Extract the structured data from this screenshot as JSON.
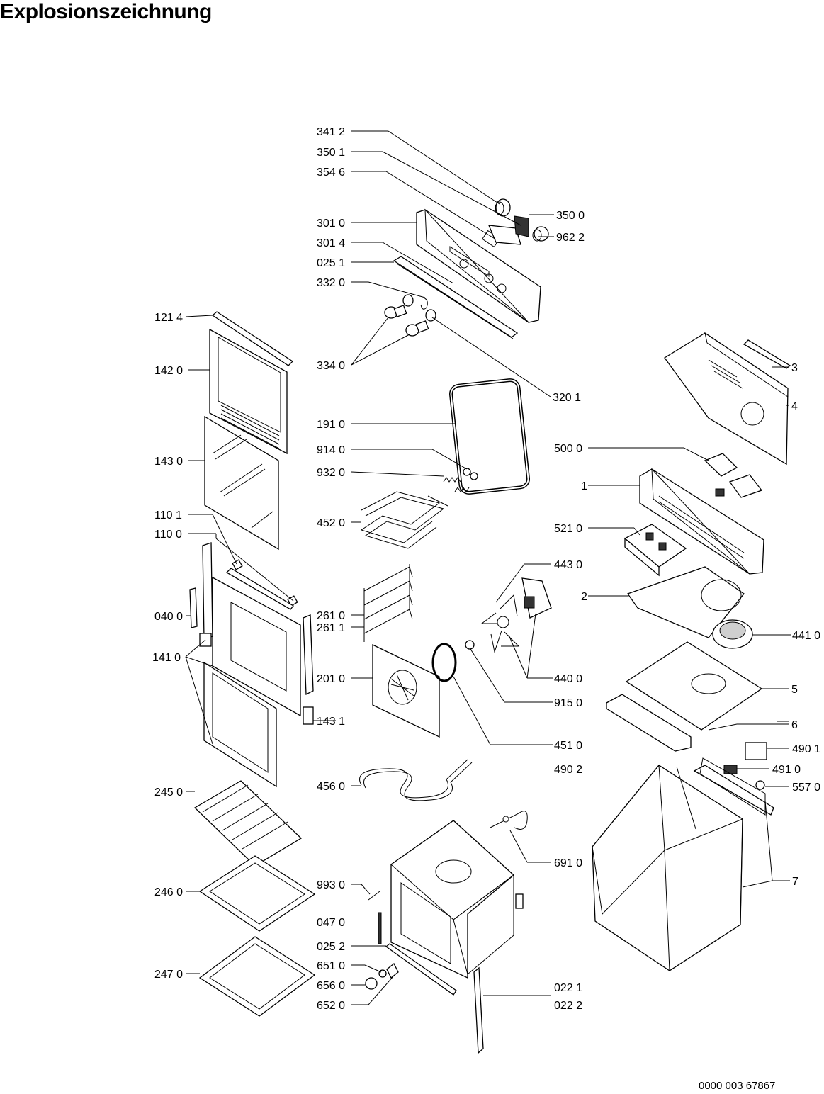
{
  "title": "Explosionszeichnung",
  "doc_number": "0000 003 67867",
  "labels": [
    "341 2",
    "350 1",
    "354 6",
    "301 0",
    "301 4",
    "025 1",
    "332 0",
    "334 0",
    "350 0",
    "962 2",
    "320 1",
    "121 4",
    "142 0",
    "143 0",
    "110 1",
    "110 0",
    "040 0",
    "141 0",
    "191 0",
    "914 0",
    "932 0",
    "452 0",
    "261 0",
    "261 1",
    "201 0",
    "143 1",
    "500 0",
    "1",
    "521 0",
    "443 0",
    "2",
    "441 0",
    "440 0",
    "915 0",
    "451 0",
    "5",
    "6",
    "3",
    "4",
    "490 1",
    "490 2",
    "491 0",
    "557 0",
    "456 0",
    "245 0",
    "246 0",
    "247 0",
    "993 0",
    "047 0",
    "025 2",
    "651 0",
    "656 0",
    "652 0",
    "691 0",
    "7",
    "022 1",
    "022 2"
  ]
}
